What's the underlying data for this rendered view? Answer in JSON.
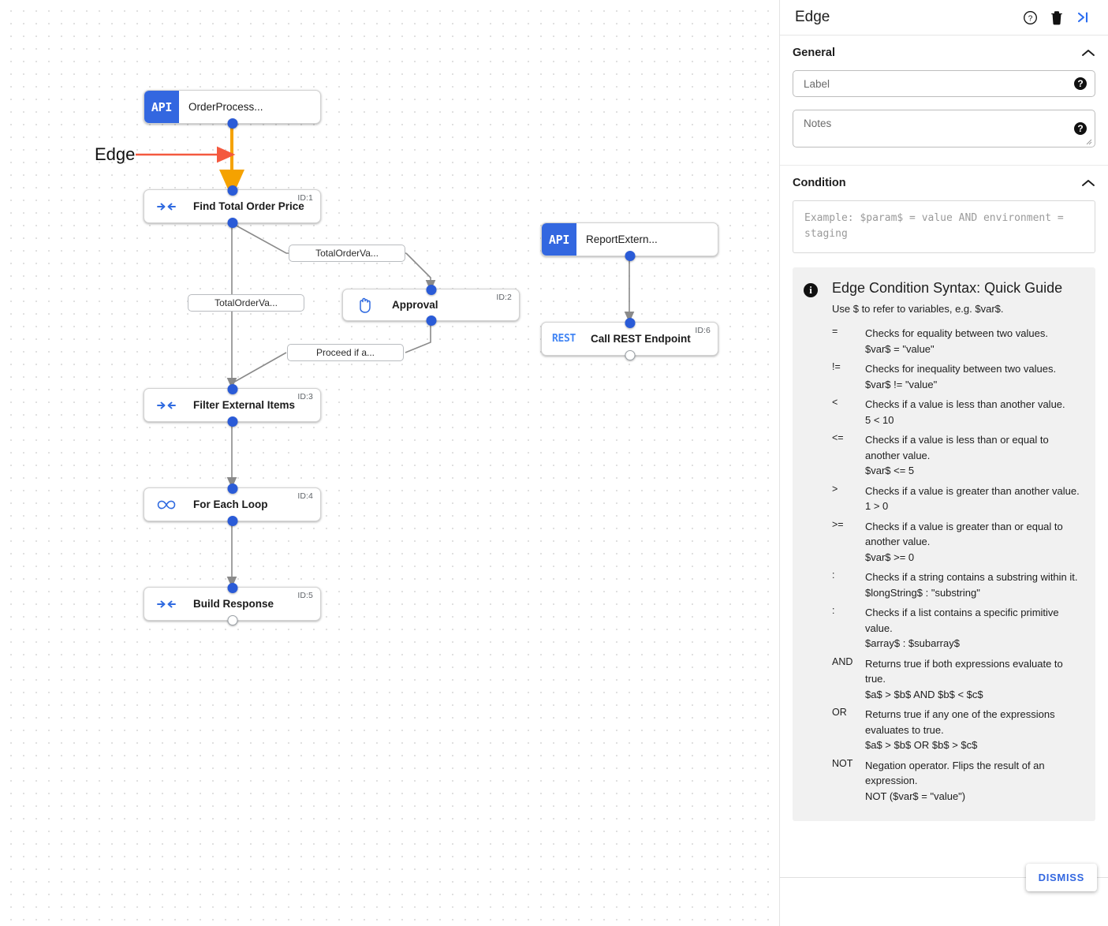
{
  "canvas": {
    "annotation": {
      "label": "Edge",
      "arrow_color": "#f4593f"
    },
    "highlight_edge_color": "#f5a200",
    "nodes": [
      {
        "id": "n0",
        "kind": "api",
        "badge": "API",
        "title": "OrderProcess...",
        "id_label": ""
      },
      {
        "id": "n1",
        "kind": "flow",
        "icon": "converge-arrows-icon",
        "title": "Find Total Order Price",
        "id_label": "ID:1"
      },
      {
        "id": "n2",
        "kind": "flow",
        "icon": "hand-icon",
        "title": "Approval",
        "id_label": "ID:2"
      },
      {
        "id": "n3",
        "kind": "flow",
        "icon": "converge-arrows-icon",
        "title": "Filter External Items",
        "id_label": "ID:3"
      },
      {
        "id": "n4",
        "kind": "flow",
        "icon": "infinity-loop-icon",
        "title": "For Each Loop",
        "id_label": "ID:4"
      },
      {
        "id": "n5",
        "kind": "flow",
        "icon": "converge-arrows-icon",
        "title": "Build Response",
        "id_label": "ID:5"
      },
      {
        "id": "n6",
        "kind": "api",
        "badge": "API",
        "title": "ReportExtern...",
        "id_label": ""
      },
      {
        "id": "n7",
        "kind": "rest",
        "badge": "REST",
        "title": "Call REST Endpoint",
        "id_label": "ID:6"
      }
    ],
    "edge_labels": [
      {
        "text": "TotalOrderVa..."
      },
      {
        "text": "TotalOrderVa..."
      },
      {
        "text": "Proceed if a..."
      }
    ]
  },
  "panel": {
    "title": "Edge",
    "header_icons": [
      {
        "name": "help-circle-icon"
      },
      {
        "name": "trash-icon"
      },
      {
        "name": "collapse-right-icon"
      }
    ],
    "general": {
      "title": "General",
      "label_field": {
        "value": "",
        "placeholder": "Label"
      },
      "notes_field": {
        "value": "",
        "placeholder": "Notes"
      }
    },
    "condition": {
      "title": "Condition",
      "value": "",
      "placeholder": "Example: $param$ = value AND environment = staging"
    },
    "guide": {
      "title": "Edge Condition Syntax: Quick Guide",
      "subtitle": "Use $ to refer to variables, e.g. $var$.",
      "rows": [
        {
          "op": "=",
          "desc": "Checks for equality between two values.",
          "example": "$var$ = \"value\""
        },
        {
          "op": "!=",
          "desc": "Checks for inequality between two values.",
          "example": "$var$ != \"value\""
        },
        {
          "op": "<",
          "desc": "Checks if a value is less than another value.",
          "example": "5 < 10"
        },
        {
          "op": "<=",
          "desc": "Checks if a value is less than or equal to another value.",
          "example": "$var$ <= 5"
        },
        {
          "op": ">",
          "desc": "Checks if a value is greater than another value.",
          "example": "1 > 0"
        },
        {
          "op": ">=",
          "desc": "Checks if a value is greater than or equal to another value.",
          "example": "$var$ >= 0"
        },
        {
          "op": ":",
          "desc": "Checks if a string contains a substring within it.",
          "example": "$longString$ : \"substring\""
        },
        {
          "op": ":",
          "desc": "Checks if a list contains a specific primitive value.",
          "example": "$array$ : $subarray$"
        },
        {
          "op": "AND",
          "desc": "Returns true if both expressions evaluate to true.",
          "example": "$a$ > $b$ AND $b$ < $c$"
        },
        {
          "op": "OR",
          "desc": "Returns true if any one of the expressions evaluates to true.",
          "example": "$a$ > $b$ OR $b$ > $c$"
        },
        {
          "op": "NOT",
          "desc": "Negation operator. Flips the result of an expression.",
          "example": "NOT ($var$ = \"value\")"
        }
      ]
    },
    "footer": {
      "dismiss_label": "DISMISS"
    }
  }
}
